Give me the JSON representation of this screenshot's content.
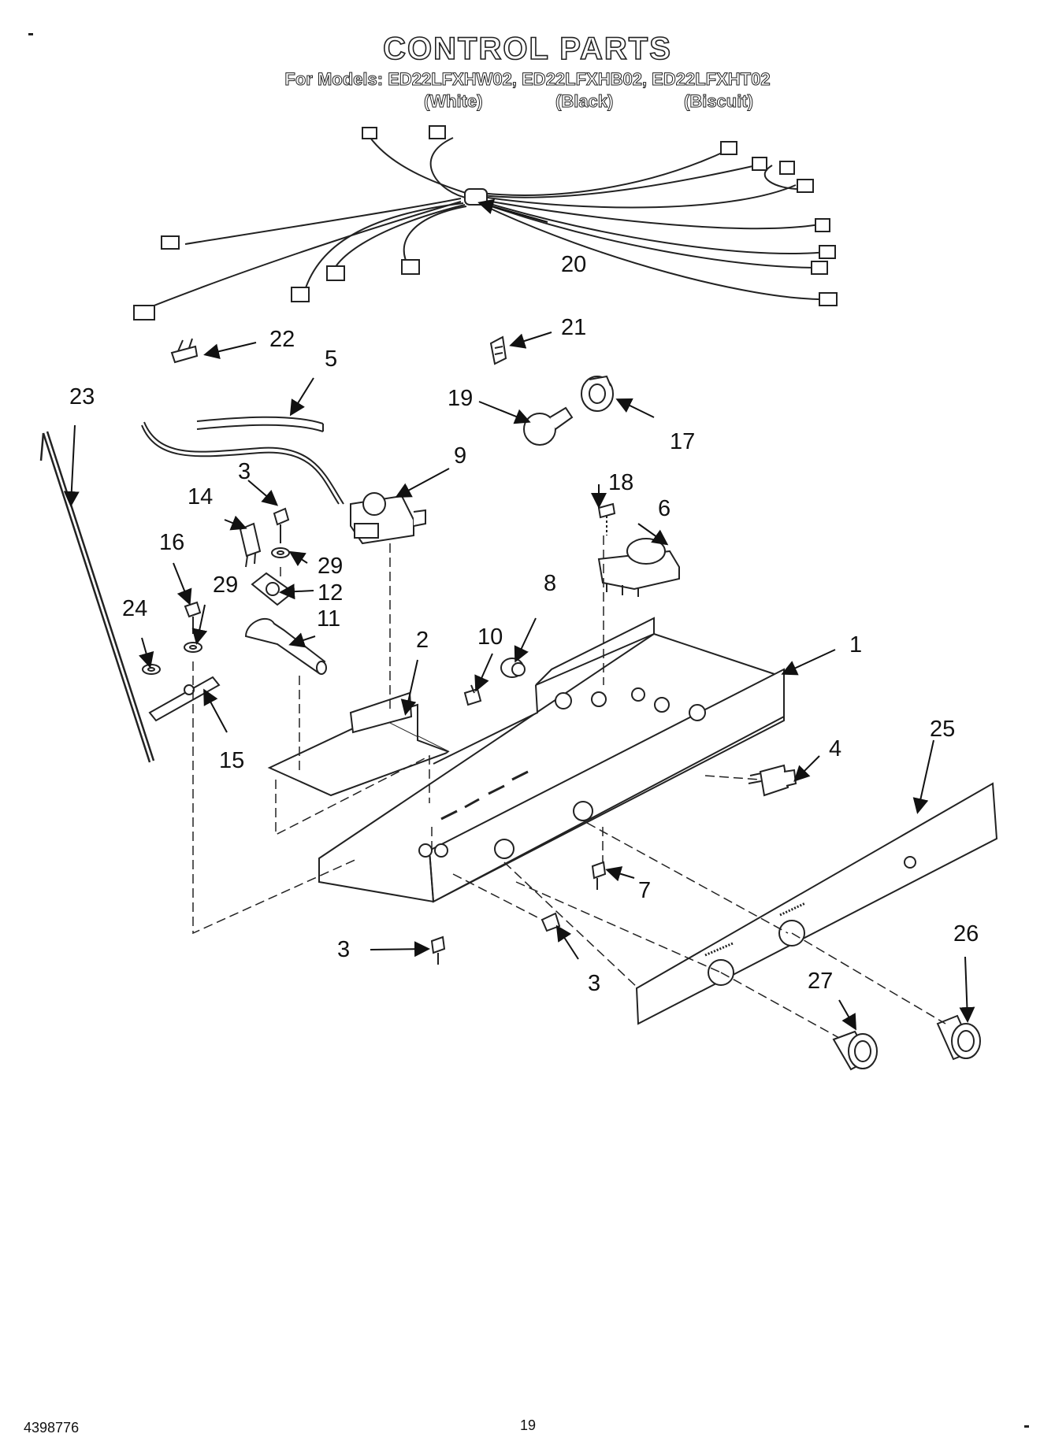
{
  "header": {
    "title": "CONTROL PARTS",
    "models_line": "For Models: ED22LFXHW02, ED22LFXHB02, ED22LFXHT02",
    "variants": [
      "(White)",
      "(Black)",
      "(Biscuit)"
    ]
  },
  "callouts": [
    "20",
    "22",
    "21",
    "5",
    "23",
    "19",
    "17",
    "9",
    "3",
    "18",
    "6",
    "14",
    "16",
    "29",
    "29",
    "12",
    "24",
    "11",
    "8",
    "10",
    "2",
    "1",
    "4",
    "15",
    "25",
    "7",
    "3",
    "26",
    "3",
    "27"
  ],
  "footer": {
    "doc_number": "4398776",
    "page_number": "19"
  }
}
